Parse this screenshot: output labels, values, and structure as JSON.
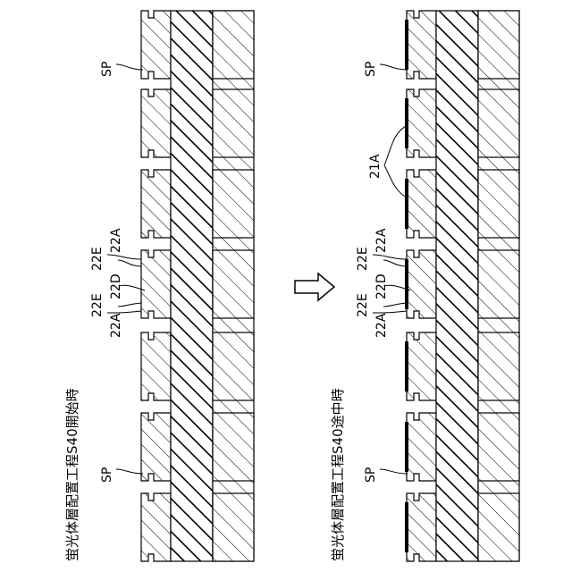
{
  "left_panel": {
    "caption": "蛍光体層配置工程S40開始時",
    "labels": {
      "sp_top": "SP",
      "sp_bottom": "SP",
      "e22a_top": "22A",
      "e22e_top": "22E",
      "e22d": "22D",
      "e22e_bottom": "22E",
      "e22a_bottom": "22A"
    }
  },
  "right_panel": {
    "caption": "蛍光体層配置工程S40途中時",
    "labels": {
      "sp_top": "SP",
      "sp_bottom": "SP",
      "e21a": "21A",
      "e22a_top": "22A",
      "e22e_top": "22E",
      "e22d": "22D",
      "e22e_bottom": "22E",
      "e22a_bottom": "22A"
    }
  },
  "arrow": {
    "icon": "block-arrow-right-icon"
  }
}
